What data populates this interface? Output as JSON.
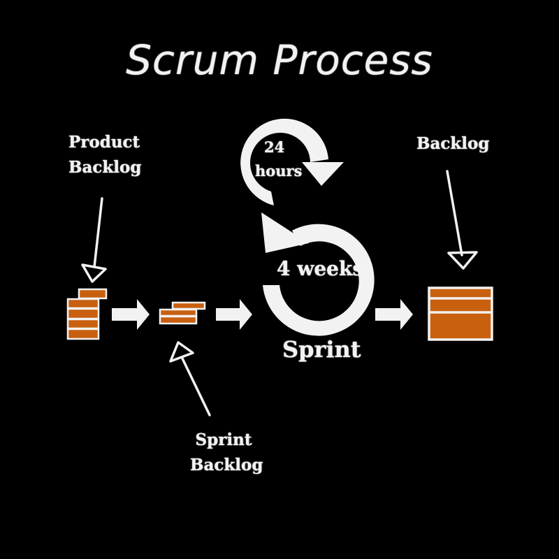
{
  "title": "Scrum Process",
  "labels": {
    "product_backlog": [
      "Product",
      "Backlog"
    ],
    "sprint_backlog": [
      "Sprint",
      "Backlog"
    ],
    "backlog": "Backlog",
    "daily_cycle": [
      "24",
      "hours"
    ],
    "sprint_cycle": "4 weeks",
    "sprint": "Sprint"
  },
  "colors": {
    "background": "#000000",
    "chalk": "#f2f2f2",
    "block": "#c8600f"
  }
}
